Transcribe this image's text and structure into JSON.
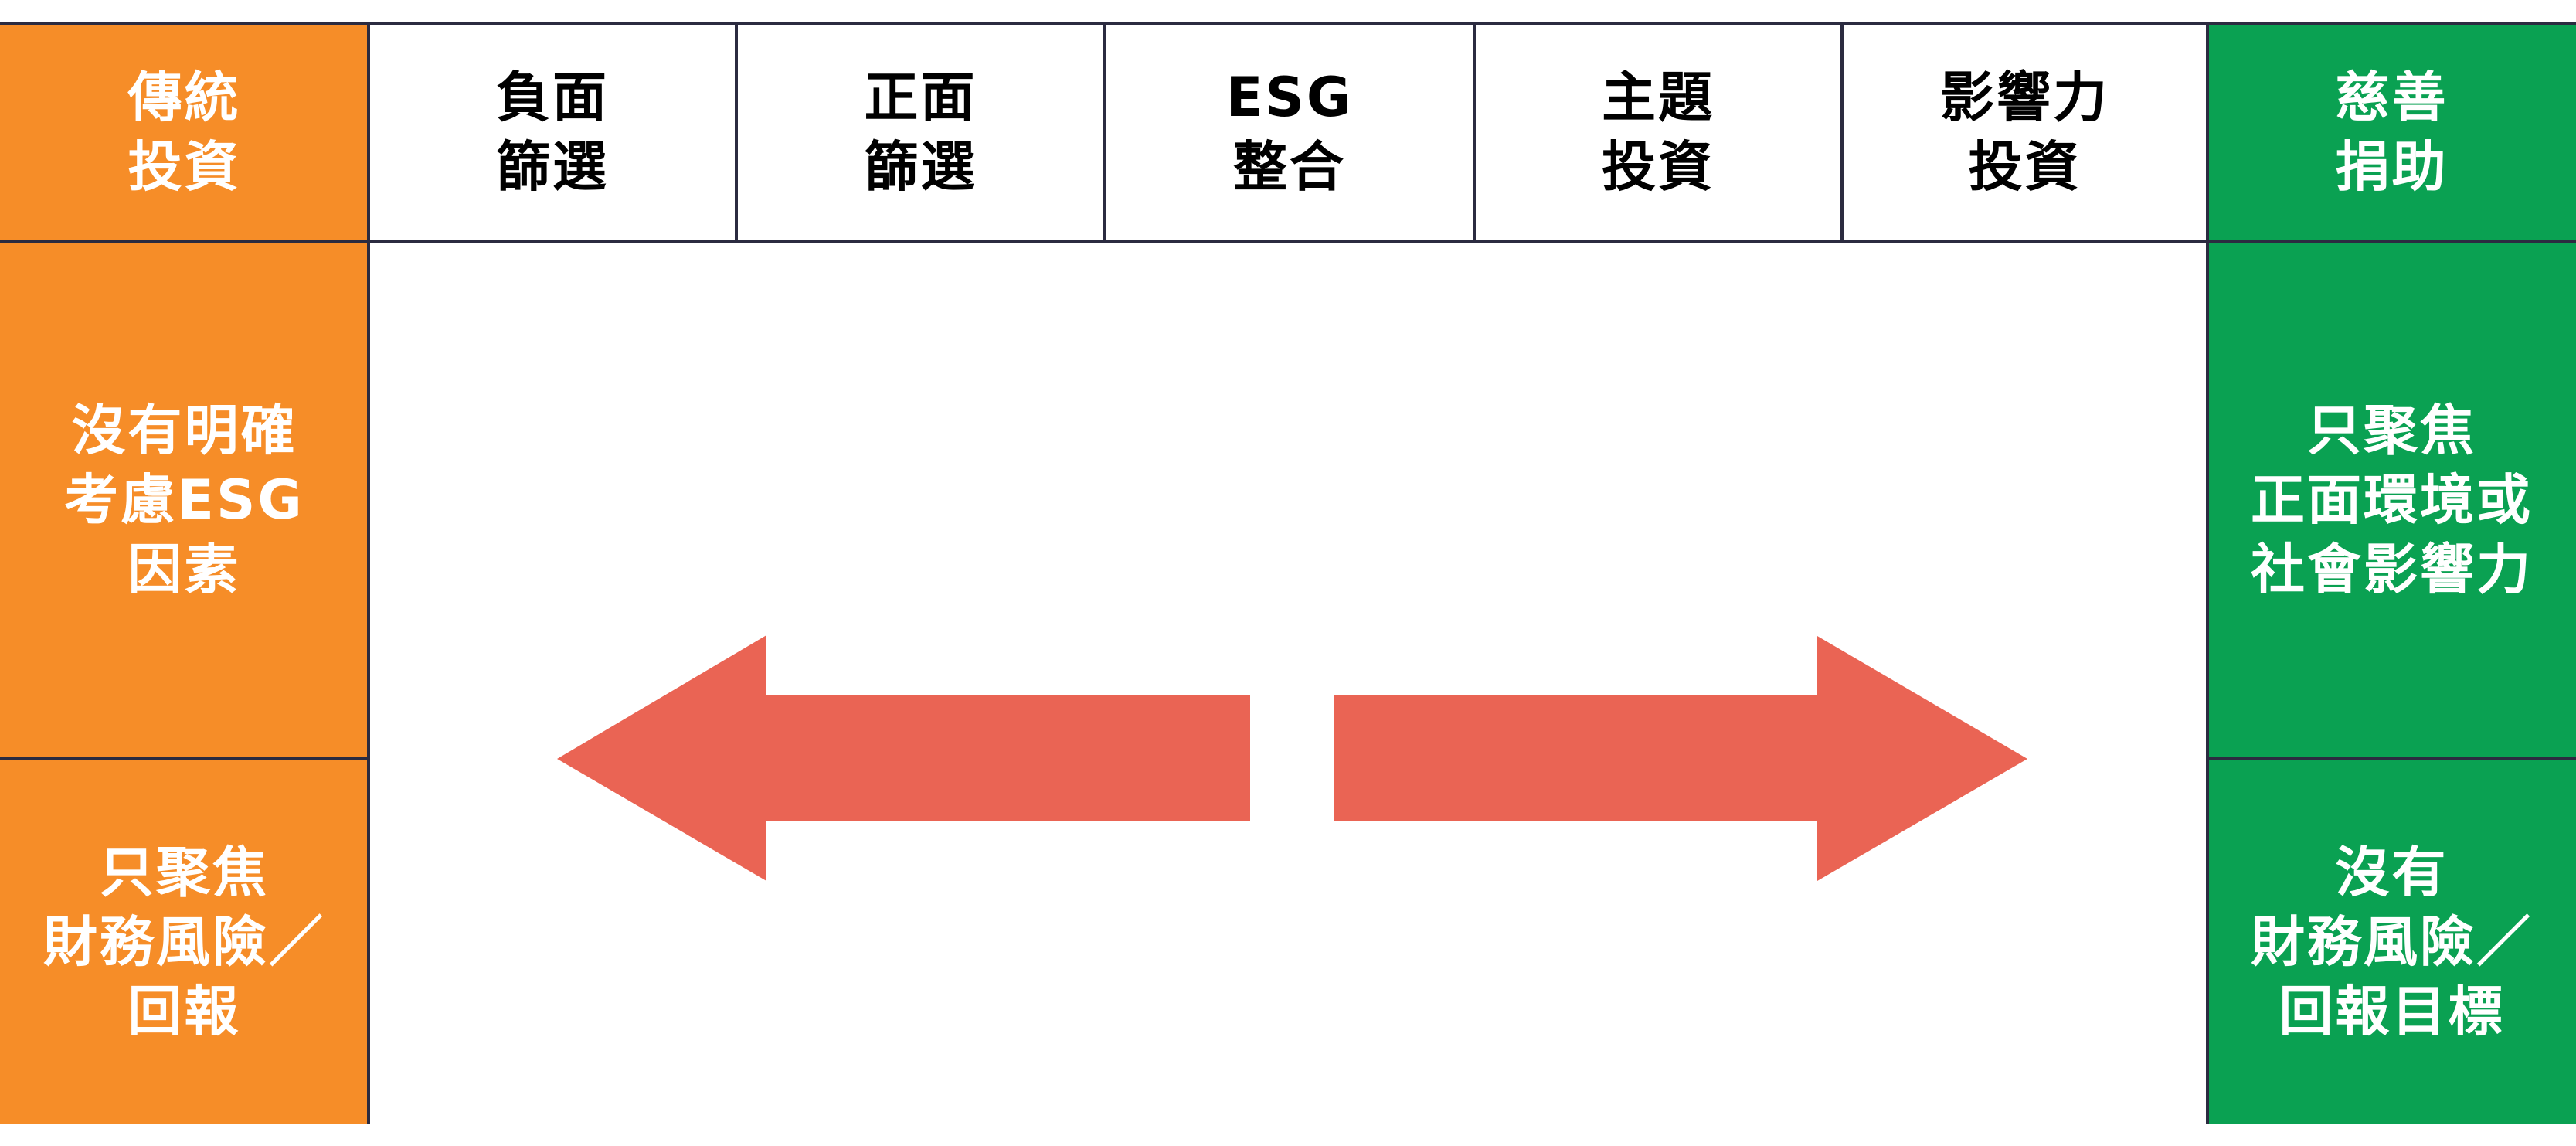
{
  "header": {
    "traditional": "傳統\n投資",
    "spectrum": [
      "負面\n篩選",
      "正面\n篩選",
      "ESG\n整合",
      "主題\n投資",
      "影響力\n投資"
    ],
    "philanthropy": "慈善\n捐助"
  },
  "left_column": {
    "esg_note": "沒有明確\n考慮ESG\n因素",
    "focus_note": "只聚焦\n財務風險／\n回報"
  },
  "right_column": {
    "focus_note": "只聚焦\n正面環境或\n社會影響力",
    "financial_note": "沒有\n財務風險／\n回報目標"
  },
  "colors": {
    "traditional": "#f68d28",
    "philanthropy": "#0aa152",
    "arrows": "#ea6454",
    "grid_lines": "#2b2b40"
  },
  "arrows": [
    "left-arrow",
    "right-arrow"
  ]
}
